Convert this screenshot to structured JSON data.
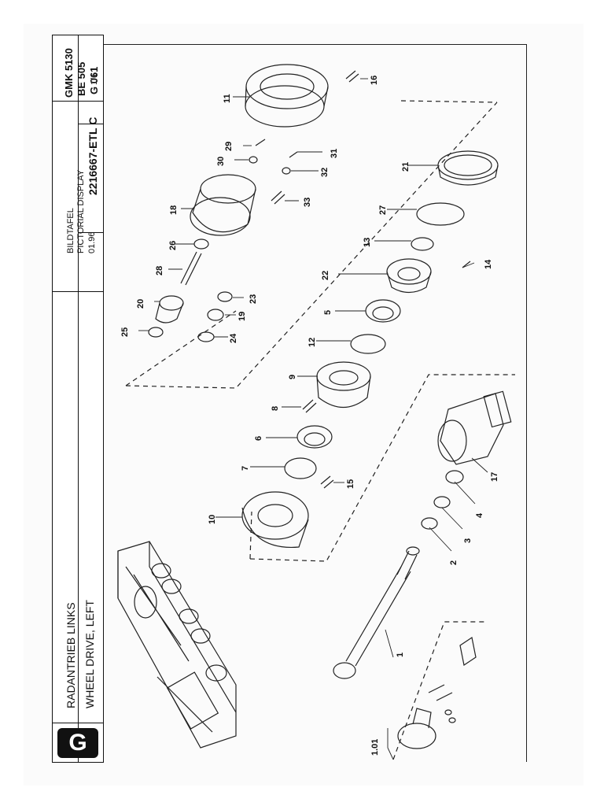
{
  "titles": {
    "de": "RADANTRIEB LINKS",
    "en": "WHEEL DRIVE, LEFT"
  },
  "display": {
    "de": "BILDTAFEL",
    "en": "PICTORIAL DISPLAY"
  },
  "date": "01.96",
  "doc_number": "2216667-ETL C",
  "sheet": "1/1",
  "model": "GMK 5130",
  "be": "BE 505",
  "group": "G 061",
  "logo_letter": "G",
  "callouts": {
    "c1": "1",
    "c101": "1.01",
    "c2": "2",
    "c3": "3",
    "c4": "4",
    "c5": "5",
    "c6": "6",
    "c7": "7",
    "c8": "8",
    "c9": "9",
    "c10": "10",
    "c11": "11",
    "c12": "12",
    "c13": "13",
    "c14": "14",
    "c15": "15",
    "c16": "16",
    "c17": "17",
    "c18": "18",
    "c19": "19",
    "c20": "20",
    "c21": "21",
    "c22": "22",
    "c23": "23",
    "c24": "24",
    "c25": "25",
    "c26": "26",
    "c27": "27",
    "c28": "28",
    "c29": "29",
    "c30": "30",
    "c31": "31",
    "c32": "32",
    "c33": "33"
  }
}
